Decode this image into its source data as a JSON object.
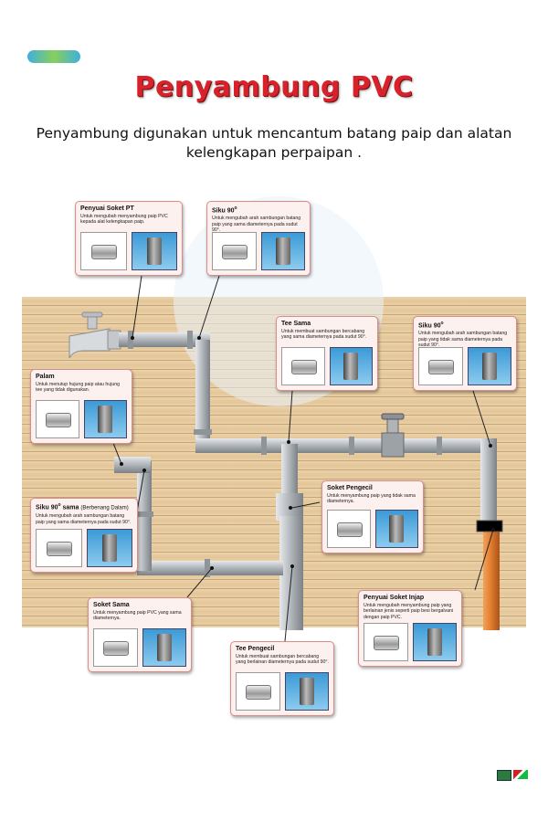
{
  "title": "Penyambung PVC",
  "subtitle": "Penyambung digunakan untuk mencantum batang paip dan alatan kelengkapan perpaipan .",
  "colors": {
    "title": "#d8212a",
    "wall": "#e9cfa5",
    "card_bg": "#fdf1ef",
    "card_border": "#d98c88",
    "pipe": "#a9aeb4",
    "orange_pipe": "#e07a2c"
  },
  "cards": {
    "penyuai_soket_pt": {
      "title": "Penyuai Soket PT",
      "desc": "Untuk mengubah menyambung paip PVC kepada alat kelengkapan paip."
    },
    "siku_90_top": {
      "title": "Siku 90",
      "sup": "o",
      "desc": "Untuk mengubah arah sambungan batang paip yang sama diameternya pada sudut 90°."
    },
    "tee_sama": {
      "title": "Tee Sama",
      "desc": "Untuk membuat sambungan bercabang yang sama diameternya pada sudut 90°."
    },
    "siku_90_right": {
      "title": "Siku 90",
      "sup": "o",
      "desc": "Untuk mengubah arah sambungan batang paip yang tidak sama diameternya pada sudut 90°."
    },
    "palam": {
      "title": "Palam",
      "desc": "Untuk menutup hujung paip atau hujung tee yang tidak digunakan."
    },
    "soket_pengecil": {
      "title": "Soket Pengecil",
      "desc": "Untuk menyambung paip yang tidak sama diameternya."
    },
    "siku_90_sama": {
      "title": "Siku 90",
      "sup": "o",
      "title2": " sama",
      "note": "(Berbenang Dalam)",
      "desc": "Untuk mengubah arah sambungan batang paip yang sama diameternya pada sudut 90°."
    },
    "soket_sama": {
      "title": "Soket Sama",
      "desc": "Untuk menyambung paip PVC yang sama diameternya."
    },
    "penyuai_soket_injap": {
      "title": "Penyuai Soket Injap",
      "desc": "Untuk mengubah menyambung paip yang berlainan jenis seperti paip besi bergalvani dengan paip PVC."
    },
    "tee_pengecil": {
      "title": "Tee Pengecil",
      "desc": "Untuk membuat sambungan bercabang yang berlainan diameternya pada sudut 90°."
    }
  }
}
